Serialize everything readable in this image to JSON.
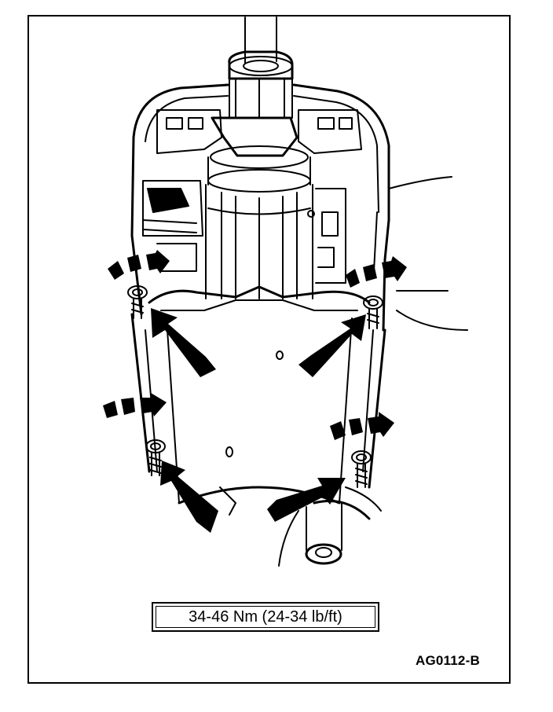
{
  "torque_spec": "34-46 Nm (24-34 lb/ft)",
  "figure_id": "AG0112-B",
  "colors": {
    "ink": "#000000",
    "paper": "#ffffff"
  },
  "fasteners": [
    {
      "name": "bolt-upper-left"
    },
    {
      "name": "bolt-upper-right"
    },
    {
      "name": "bolt-lower-left"
    },
    {
      "name": "bolt-lower-right"
    }
  ]
}
